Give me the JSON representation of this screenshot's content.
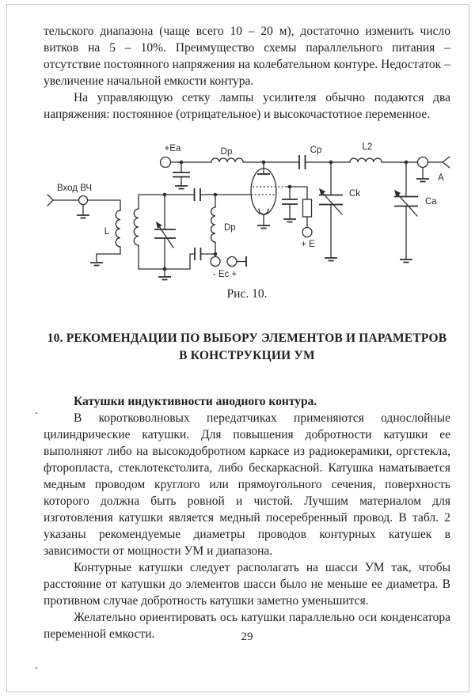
{
  "colors": {
    "paper": "#ffffff",
    "ink": "#1f1f1f",
    "schematic_ink": "#2e2e2e"
  },
  "document": {
    "page_number": "29",
    "intro": {
      "p1": "тельского диапазона (чаще всего 10 – 20 м), достаточно изменить число витков на 5 – 10%. Преимущество схемы параллельного питания – отсутствие постоянного напряжения на колебательном контуре. Недостаток – увеличение начальной емкости контура.",
      "p2": "На управляющую сетку лампы усилителя обычно подаются два напряжения: постоянное (отрицательное) и высокочастотное переменное."
    },
    "section": {
      "heading": "10. РЕКОМЕНДАЦИИ ПО ВЫБОРУ ЭЛЕМЕНТОВ И ПАРАМЕТРОВ В КОНСТРУКЦИИ УМ",
      "subheading": "Катушки индуктивности анодного контура.",
      "p1": "В коротковолновых передатчиках применяются однослойные цилиндрические катушки. Для повышения добротности катушки ее выполняют либо на высокодобротном каркасе из радиокерамики, оргстекла, фторопласта, стеклотекстолита, либо бескаркасной. Катушка наматывается медным проводом круглого или прямоугольного сечения, поверхность которого должна быть ровной и чистой. Лучшим материалом для изготовления катушки является медный посеребренный провод. В табл. 2 указаны рекомендуемые диаметры проводов контурных катушек в зависимости от мощности УМ и диапазона.",
      "p2": "Контурные катушки следует располагать на шасси УМ так, чтобы расстояние от катушки до элементов шасси было не меньше ее диаметра. В противном случае добротность катушки заметно уменьшится.",
      "p3": "Желательно ориентировать ось катушки параллельно оси конденсатора переменной емкости."
    },
    "figure": {
      "caption": "Рис. 10.",
      "labels": {
        "supply_anode": "+Ea",
        "choke_anode": "Dp",
        "coupling_cap": "Cp",
        "coil_output": "L2",
        "input": "Вход ВЧ",
        "cap_tank": "Ck",
        "cap_antenna": "Ca",
        "antenna": "A",
        "coil_input": "L",
        "choke_grid": "Dp",
        "supply_screen": "+ E",
        "bias": "- Ec +"
      }
    },
    "artifacts": {
      "dot_margin": ".",
      "dot_bottom": "."
    }
  }
}
